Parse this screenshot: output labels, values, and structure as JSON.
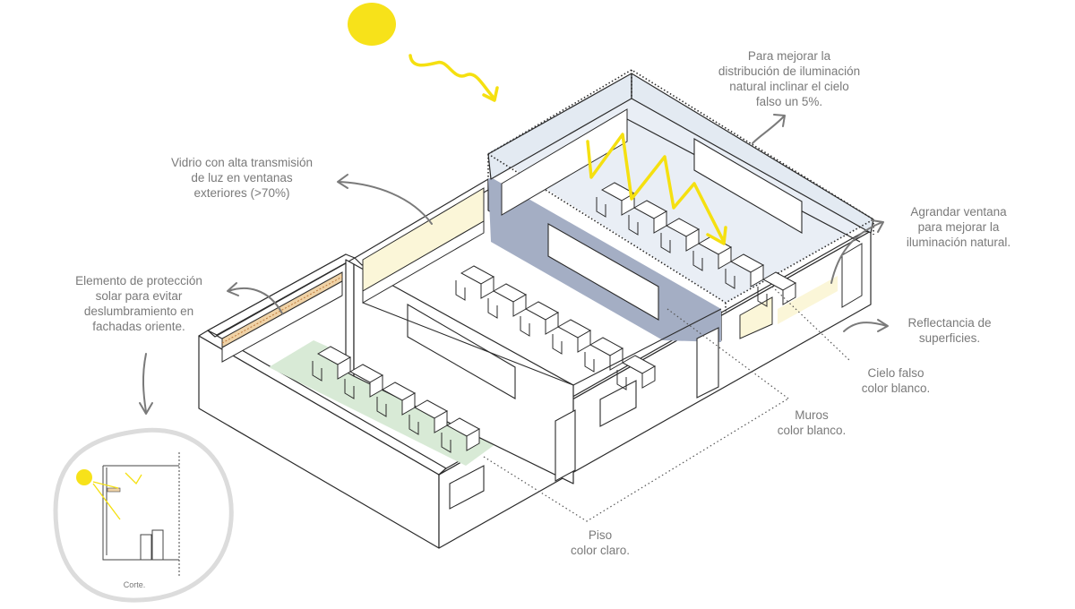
{
  "annotations": {
    "ceiling_tilt": "Para mejorar la\ndistribución de iluminación\nnatural inclinar el cielo\nfalso un 5%.",
    "glass": "Vidrio con alta transmisión\nde luz en ventanas\nexteriores (>70%)",
    "window": "Agrandar ventana\npara mejorar la\niluminación natural.",
    "sun_protection": "Elemento de protección\nsolar para evitar\ndeslumbramiento en\nfachadas oriente.",
    "reflectance": "Reflectancia de\nsuperficies.",
    "ceiling_color": "Cielo falso\ncolor blanco.",
    "walls_color": "Muros\ncolor blanco.",
    "floor_color": "Piso\ncolor claro.",
    "section": "Corte."
  },
  "colors": {
    "sun": "#f7e21a",
    "light_ray": "#f5e010",
    "blue_wall": "#a4aec4",
    "ceiling_tint": "#e3eaf2",
    "green_floor": "#d8ead6",
    "window_glass": "#fbf6d8",
    "sun_shade": "#efd2a6",
    "line": "#2b2b2b",
    "annotation": "#7a7a7a"
  },
  "icons": [
    "sun-icon",
    "light-ray-icon",
    "arrow-icon"
  ]
}
